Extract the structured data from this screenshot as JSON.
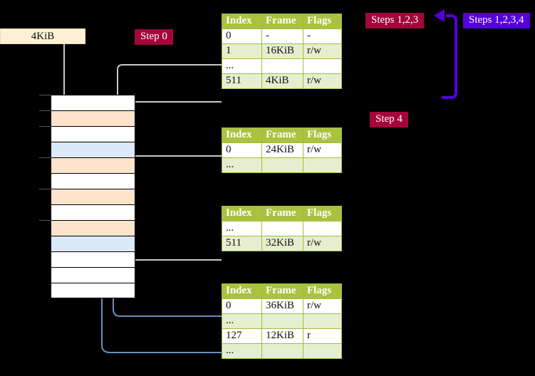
{
  "size_box": {
    "label": "4KiB"
  },
  "badges": {
    "step0": "Step 0",
    "steps123": "Steps 1,2,3",
    "steps1234": "Steps 1,2,3,4",
    "step4": "Step 4"
  },
  "colors": {
    "badge_dark_red": "#a4063a",
    "badge_violet": "#5500dd",
    "table_header": "#a9c23f",
    "table_alt_row": "#e7eecf",
    "table_highlight": "#fdfab0",
    "mem_orange": "#fde2cc",
    "mem_blue": "#dce9f8",
    "size_box_fill": "#fdf0d5",
    "gray_wire": "#c8c8c8",
    "blue_wire": "#6a8fc0",
    "violet_arrow": "#5500dd"
  },
  "memory_column": {
    "rows": [
      {
        "fill": "white",
        "tick": true
      },
      {
        "fill": "orange",
        "tick": true
      },
      {
        "fill": "white",
        "tick": true
      },
      {
        "fill": "blue",
        "tick": false
      },
      {
        "fill": "orange",
        "tick": true
      },
      {
        "fill": "white",
        "tick": false
      },
      {
        "fill": "orange",
        "tick": true
      },
      {
        "fill": "white",
        "tick": false
      },
      {
        "fill": "orange",
        "tick": true
      },
      {
        "fill": "blue",
        "tick": false
      },
      {
        "fill": "white",
        "tick": false
      },
      {
        "fill": "white",
        "tick": false
      },
      {
        "fill": "white",
        "tick": false
      }
    ]
  },
  "tables": {
    "headers": [
      "Index",
      "Frame",
      "Flags"
    ],
    "pml4": {
      "rows": [
        {
          "cells": [
            "0",
            "-",
            "-"
          ],
          "alt": false,
          "highlight": false
        },
        {
          "cells": [
            "1",
            "16KiB",
            "r/w"
          ],
          "alt": true,
          "highlight": false
        },
        {
          "cells": [
            "...",
            "",
            ""
          ],
          "alt": false,
          "highlight": false
        },
        {
          "cells": [
            "511",
            "4KiB",
            "r/w"
          ],
          "alt": true,
          "highlight": true
        }
      ]
    },
    "pdpt": {
      "rows": [
        {
          "cells": [
            "0",
            "24KiB",
            "r/w"
          ],
          "alt": false,
          "highlight": false
        },
        {
          "cells": [
            "...",
            "",
            ""
          ],
          "alt": true,
          "highlight": false
        }
      ]
    },
    "pd": {
      "rows": [
        {
          "cells": [
            "...",
            "",
            ""
          ],
          "alt": false,
          "highlight": false
        },
        {
          "cells": [
            "511",
            "32KiB",
            "r/w"
          ],
          "alt": true,
          "highlight": false
        }
      ]
    },
    "pt": {
      "rows": [
        {
          "cells": [
            "0",
            "36KiB",
            "r/w"
          ],
          "alt": false,
          "highlight": false
        },
        {
          "cells": [
            "...",
            "",
            ""
          ],
          "alt": true,
          "highlight": false
        },
        {
          "cells": [
            "127",
            "12KiB",
            "r"
          ],
          "alt": false,
          "highlight": false
        },
        {
          "cells": [
            "...",
            "",
            ""
          ],
          "alt": true,
          "highlight": false
        }
      ]
    }
  }
}
